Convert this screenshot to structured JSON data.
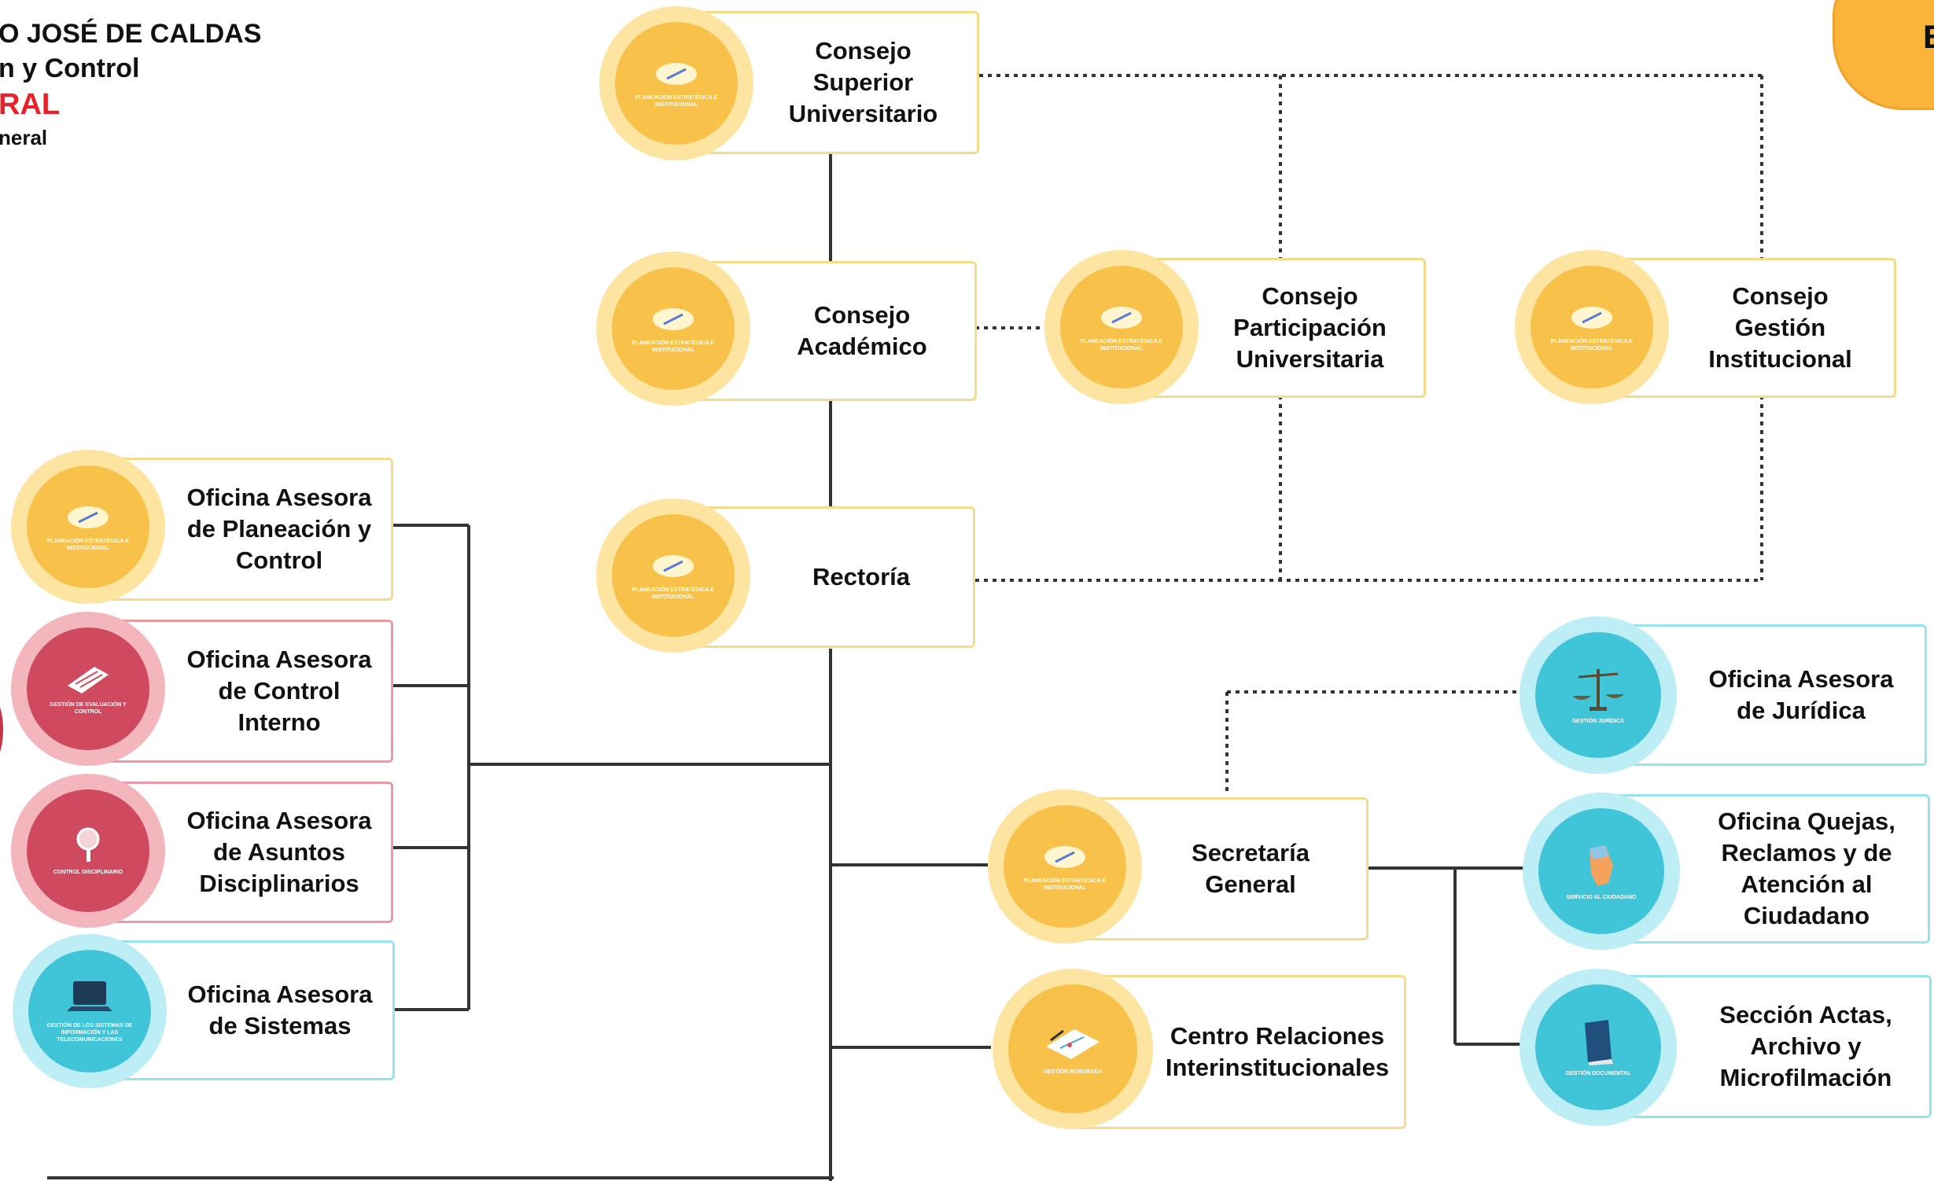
{
  "header": {
    "line1": "O JOSÉ DE CALDAS",
    "line2": "n y Control",
    "line3": "RAL",
    "line4": "neral"
  },
  "corner_tab": {
    "text": "E"
  },
  "nodes": {
    "csu": {
      "label": [
        "Consejo",
        "Superior",
        "Universitario"
      ],
      "icon": "compass-icon",
      "badge": "PLANEACIÓN ESTRATÉGICA E INSTITUCIONAL",
      "color": "yellow"
    },
    "academico": {
      "label": [
        "Consejo",
        "Académico"
      ],
      "icon": "compass-icon",
      "badge": "PLANEACIÓN ESTRATÉGICA E INSTITUCIONAL",
      "color": "yellow"
    },
    "participacion": {
      "label": [
        "Consejo",
        "Participación",
        "Universitaria"
      ],
      "icon": "compass-icon",
      "badge": "PLANEACIÓN ESTRATÉGICA E INSTITUCIONAL",
      "color": "yellow"
    },
    "gestion": {
      "label": [
        "Consejo",
        "Gestión",
        "Institucional"
      ],
      "icon": "compass-icon",
      "badge": "PLANEACIÓN ESTRATÉGICA E INSTITUCIONAL",
      "color": "yellow"
    },
    "rectoria": {
      "label": [
        "Rectoría"
      ],
      "icon": "compass-icon",
      "badge": "PLANEACIÓN ESTRATÉGICA E INSTITUCIONAL",
      "color": "yellow"
    },
    "planeacion": {
      "label": [
        "Oficina Asesora",
        "de Planeación y",
        "Control"
      ],
      "icon": "compass-icon",
      "badge": "PLANEACIÓN ESTRATÉGICA E INSTITUCIONAL",
      "color": "yellow"
    },
    "control_interno": {
      "label": [
        "Oficina Asesora",
        "de Control",
        "Interno"
      ],
      "icon": "document-icon",
      "badge": "GESTIÓN DE EVALUACIÓN Y CONTROL",
      "color": "red"
    },
    "disciplinarios": {
      "label": [
        "Oficina Asesora",
        "de Asuntos",
        "Disciplinarios"
      ],
      "icon": "magnifier-icon",
      "badge": "CONTROL DISCIPLINARIO",
      "color": "red"
    },
    "sistemas": {
      "label": [
        "Oficina Asesora",
        "de Sistemas"
      ],
      "icon": "laptop-icon",
      "badge": "GESTIÓN DE LOS SISTEMAS DE INFORMACIÓN Y LAS TELECOMUNICACIONES",
      "color": "cyan"
    },
    "juridica": {
      "label": [
        "Oficina Asesora",
        "de Jurídica"
      ],
      "icon": "scales-icon",
      "badge": "GESTIÓN JURÍDICA",
      "color": "cyan"
    },
    "secretaria": {
      "label": [
        "Secretaría",
        "General"
      ],
      "icon": "compass-icon",
      "badge": "PLANEACIÓN ESTRATÉGICA E INSTITUCIONAL",
      "color": "yellow"
    },
    "quejas": {
      "label": [
        "Oficina Quejas,",
        "Reclamos y de",
        "Atención al",
        "Ciudadano"
      ],
      "icon": "hand-icon",
      "badge": "SERVICIO AL CIUDADANO",
      "color": "cyan"
    },
    "actas": {
      "label": [
        "Sección Actas,",
        "Archivo y",
        "Microfilmación"
      ],
      "icon": "book-icon",
      "badge": "GESTIÓN DOCUMENTAL",
      "color": "cyan"
    },
    "relaciones": {
      "label": [
        "Centro Relaciones",
        "Interinstitucionales"
      ],
      "icon": "map-icon",
      "badge": "GESTIÓN INTEGRADA",
      "color": "yellow"
    }
  },
  "colors": {
    "yellow_border": "#f4dc8a",
    "red_border": "#ea9aa3",
    "cyan_border": "#98e4ee",
    "header_red": "#e8212b",
    "line": "#333333"
  }
}
